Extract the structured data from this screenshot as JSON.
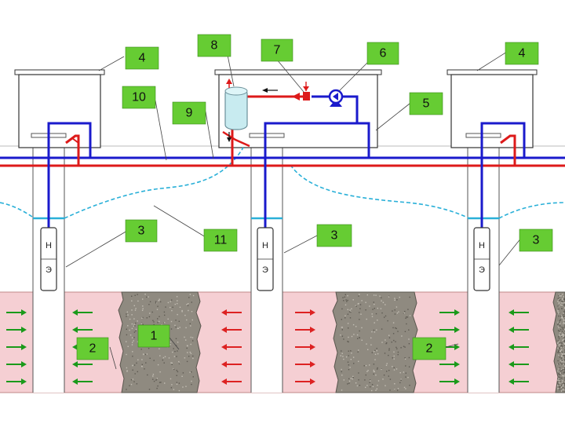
{
  "colors": {
    "pipe_supply": "#1a1acc",
    "pipe_return": "#dd1a1a",
    "water_level": "#2ab0d8",
    "label_bg": "#66cc33",
    "aquifer": "#f5cfd3",
    "impermeable": "#8f8a80",
    "arrow_in": "#1a9a1a",
    "arrow_out": "#dd2222"
  },
  "icons": {
    "pump_symbol": "circulation-pump-icon",
    "tank_symbol": "expansion-tank-icon",
    "valve_symbol": "valve-icon",
    "flow_arrow": "arrow-icon"
  },
  "labels": {
    "l8": "8",
    "l7": "7",
    "l6": "6",
    "l4_left": "4",
    "l4_right": "4",
    "l10": "10",
    "l9": "9",
    "l5": "5",
    "l3_a": "3",
    "l3_b": "3",
    "l3_c": "3",
    "l11": "11",
    "l1": "1",
    "l2_left": "2",
    "l2_right": "2"
  },
  "pump_letters": {
    "top": "Н",
    "bottom": "Э"
  }
}
